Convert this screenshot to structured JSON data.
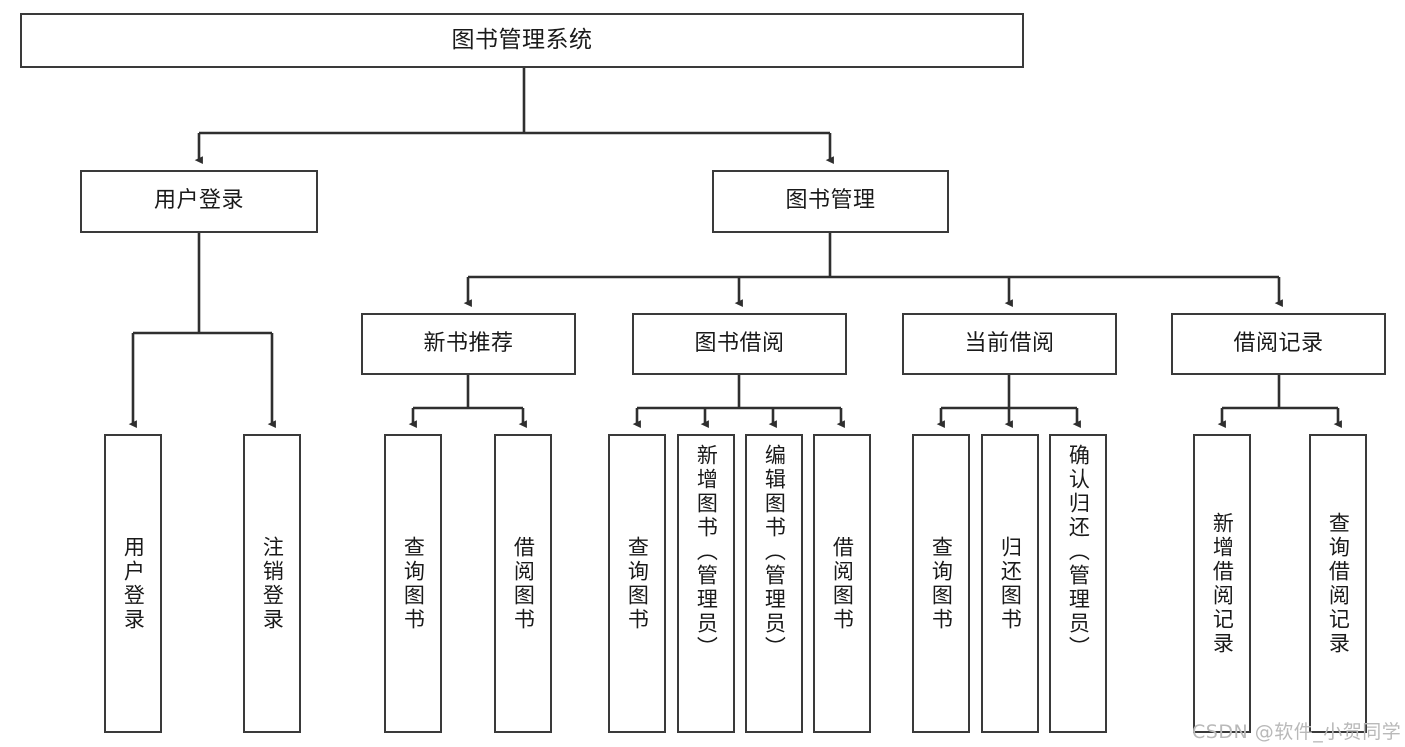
{
  "diagram": {
    "title": "图书管理系统",
    "type": "tree-structure-chart",
    "watermark": "CSDN @软件_小贺同学",
    "colors": {
      "border": "#3a3a3a",
      "background": "#ffffff",
      "text": "#1a1a1a",
      "edge": "#2f2f2f",
      "watermark": "#b9b9b9"
    },
    "levels": {
      "root": {
        "label": "图书管理系统"
      },
      "level2": [
        {
          "label": "用户登录"
        },
        {
          "label": "图书管理"
        }
      ],
      "level3": [
        {
          "label": "新书推荐"
        },
        {
          "label": "图书借阅"
        },
        {
          "label": "当前借阅"
        },
        {
          "label": "借阅记录"
        }
      ],
      "leaves": [
        {
          "label": "用户登录",
          "parent": "用户登录"
        },
        {
          "label": "注销登录",
          "parent": "用户登录"
        },
        {
          "label": "查询图书",
          "parent": "新书推荐"
        },
        {
          "label": "借阅图书",
          "parent": "新书推荐"
        },
        {
          "label": "查询图书",
          "parent": "图书借阅"
        },
        {
          "label": "新增图书（管理员）",
          "parent": "图书借阅"
        },
        {
          "label": "编辑图书（管理员）",
          "parent": "图书借阅"
        },
        {
          "label": "借阅图书",
          "parent": "图书借阅"
        },
        {
          "label": "查询图书",
          "parent": "当前借阅"
        },
        {
          "label": "归还图书",
          "parent": "当前借阅"
        },
        {
          "label": "确认归还（管理员）",
          "parent": "当前借阅"
        },
        {
          "label": "新增借阅记录",
          "parent": "借阅记录"
        },
        {
          "label": "查询借阅记录",
          "parent": "借阅记录"
        }
      ]
    }
  }
}
